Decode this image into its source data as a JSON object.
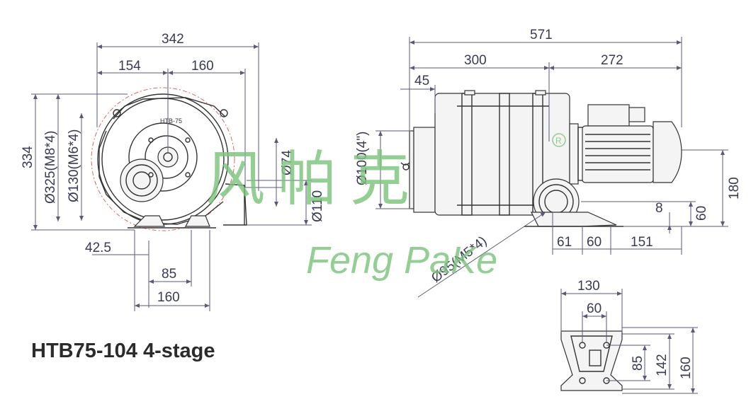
{
  "title": "HTB75-104 4-stage",
  "watermark": {
    "chinese": "风帕克",
    "latin": "Feng PaKe",
    "registered": "R",
    "color": "#7cc47c"
  },
  "front_view": {
    "width_total": "342",
    "width_left": "154",
    "width_right": "160",
    "height_total": "334",
    "dia_flange": "Ø325(M8*4)",
    "dia_inlet": "Ø130(M6*4)",
    "dia_outlet_inner": "Ø74",
    "dia_outlet_outer": "Ø110",
    "base_offset": "42.5",
    "base_hole_spacing": "85",
    "base_width": "160",
    "nameplate": "HTB-75"
  },
  "side_view": {
    "length_total": "571",
    "length_blower": "300",
    "length_motor": "272",
    "flange_depth": "45",
    "dia_inlet_pipe": "Ø100(4\")",
    "dia_outlet_flange": "Ø95(M5*4)",
    "height_outlet": "180",
    "height_base": "60",
    "base_plate": "8",
    "base_61": "61",
    "base_60": "60",
    "base_151": "151"
  },
  "base_view": {
    "width_outer": "130",
    "width_inner": "60",
    "height_85": "85",
    "height_142": "142",
    "height_160": "160"
  }
}
